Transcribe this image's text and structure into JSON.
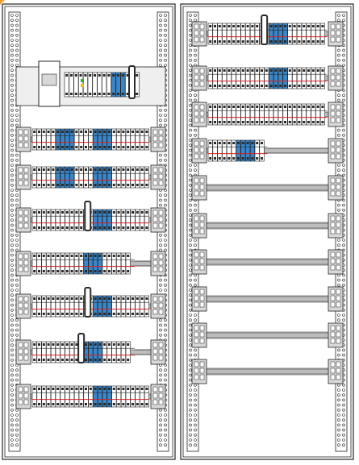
{
  "diagram": {
    "colors": {
      "frame": "#222222",
      "breaker_body": "#ffffff",
      "breaker_outline": "#1a1a1a",
      "breaker_handle": "#2a2a2a",
      "blue_device": "#3a86c8",
      "red_wire": "#d42020",
      "green_led": "#2eaa3a",
      "yellow_led": "#e6c400",
      "rail": "#bdbdbd",
      "grey_body": "#d8d8d8",
      "orange_corner": "#f0a030"
    },
    "left_cabinet": {
      "top_block": "main-switch-block",
      "rows": [
        {
          "type": "full",
          "blue_groups": 2,
          "has_handle": false
        },
        {
          "type": "full",
          "blue_groups": 2,
          "has_handle": false
        },
        {
          "type": "full",
          "blue_groups": 1,
          "has_handle": true
        },
        {
          "type": "partial",
          "blue_groups": 1,
          "has_handle": false
        },
        {
          "type": "full",
          "blue_groups": 1,
          "has_handle": true
        },
        {
          "type": "partial",
          "blue_groups": 1,
          "has_handle": true
        },
        {
          "type": "full",
          "blue_groups": 1,
          "has_handle": false
        }
      ]
    },
    "right_cabinet": {
      "rows": [
        {
          "type": "full",
          "blue_groups": 1,
          "has_handle": true
        },
        {
          "type": "full",
          "blue_groups": 1,
          "has_handle": false
        },
        {
          "type": "full",
          "blue_groups": 0,
          "has_handle": false
        },
        {
          "type": "short",
          "blue_groups": 1,
          "has_handle": false
        },
        {
          "type": "empty",
          "blue_groups": 0,
          "has_handle": false
        },
        {
          "type": "empty",
          "blue_groups": 0,
          "has_handle": false
        },
        {
          "type": "empty",
          "blue_groups": 0,
          "has_handle": false
        },
        {
          "type": "empty",
          "blue_groups": 0,
          "has_handle": false
        },
        {
          "type": "empty",
          "blue_groups": 0,
          "has_handle": false
        },
        {
          "type": "empty",
          "blue_groups": 0,
          "has_handle": false
        }
      ]
    }
  }
}
